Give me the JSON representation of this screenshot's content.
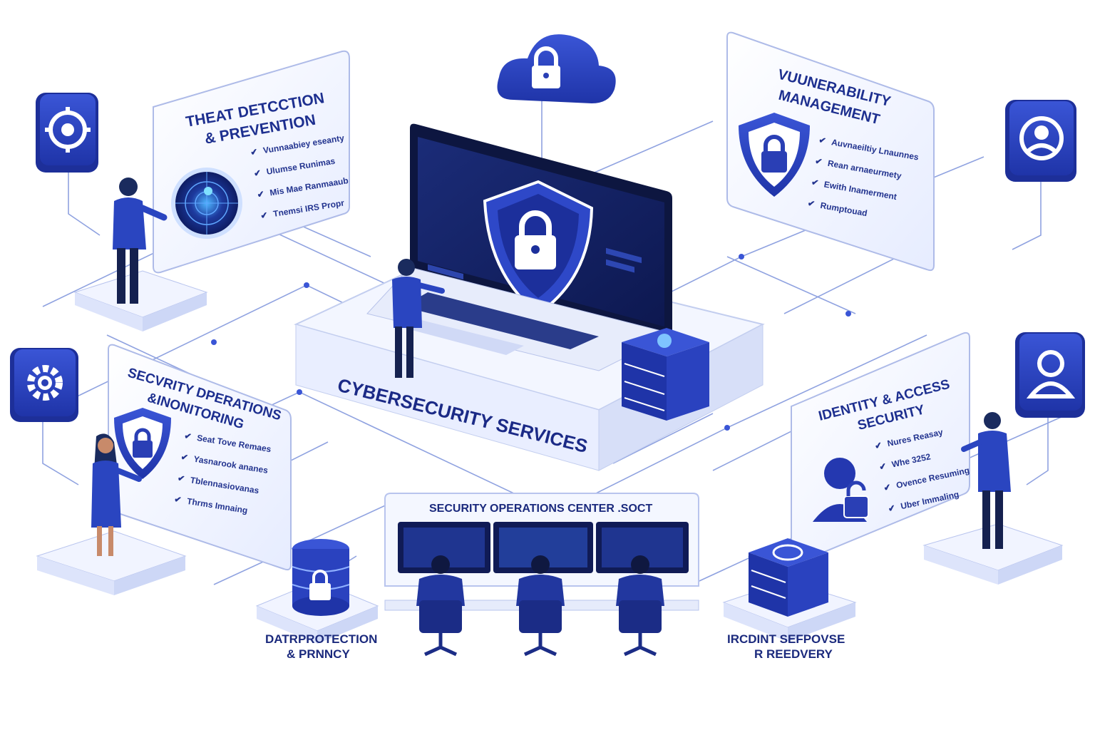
{
  "main": {
    "title": "CYBERSECURITY SERVICES"
  },
  "panels": {
    "threat": {
      "title_lines": [
        "THEAT DETCCTION",
        "& PREVENTION"
      ],
      "items": [
        "Vunnaabiey eseanty",
        "Ulumse Runimas",
        "Mis Mae Ranmaaub",
        "Tnemsi IRS Propr"
      ]
    },
    "vuln": {
      "title_lines": [
        "VUUNERABILITY",
        "MANAGEMENT"
      ],
      "items": [
        "Auvnaeiltiy Lnaunnes",
        "Rean arnaeurmety",
        "Ewith Inamerment",
        "Rumptouad"
      ]
    },
    "secops": {
      "title_lines": [
        "SECVRITY DPERATIONS",
        "&INONITORING"
      ],
      "items": [
        "Seat Tove Remaes",
        "Yasnarook ananes",
        "Tblennasiovanas",
        "Thrms Imnaing"
      ]
    },
    "identity": {
      "title_lines": [
        "IDENTITY & ACCESS",
        "SECURITY"
      ],
      "items": [
        "Nures Reasay",
        "Whe 3252",
        "Ovence Resuming",
        "Uber Immaling"
      ]
    }
  },
  "soc": {
    "title": "SECURITY OPERATIONS CENTER .SOCT"
  },
  "captions": {
    "data_protection": [
      "DATRPROTECTION",
      "& PRNNCY"
    ],
    "incident": [
      "IRCDINT SEFPOVSE",
      "R REEDVERY"
    ]
  },
  "icons": [
    "cloud-lock-icon",
    "crosshair-gear-icon",
    "gear-icon",
    "user-circle-icon",
    "user-icon",
    "shield-lock-icon",
    "database-lock-icon",
    "check-icon"
  ],
  "colors": {
    "primary": "#2a3fb5",
    "navy": "#1b2a86",
    "line": "#7f93d8",
    "panel": "#f4f7ff"
  }
}
